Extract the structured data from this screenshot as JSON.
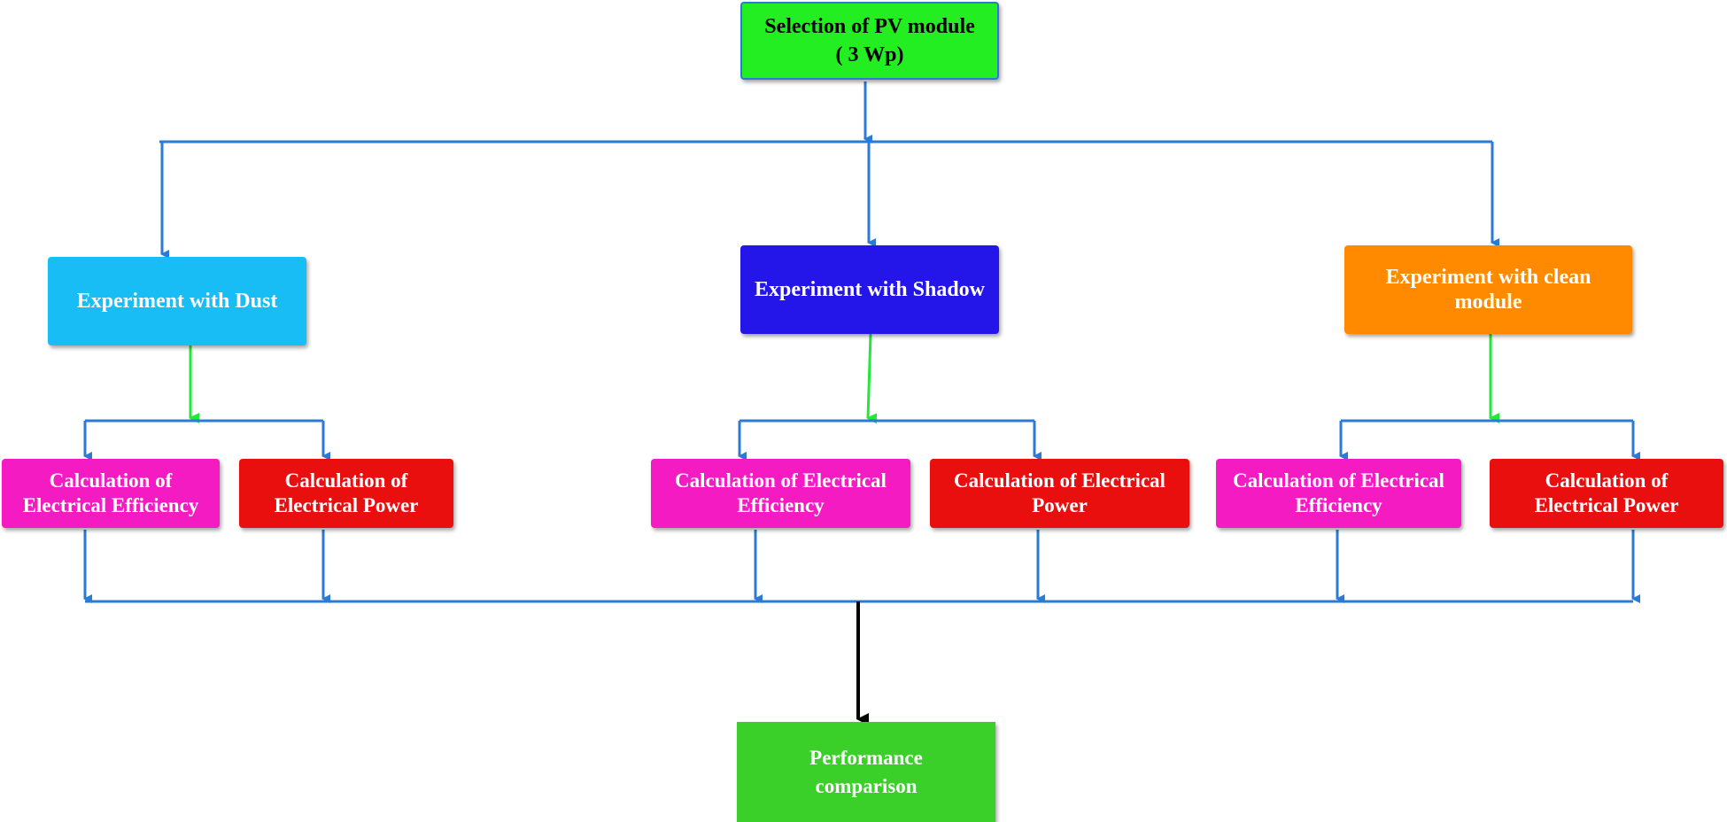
{
  "flowchart": {
    "top": {
      "label": "Selection of PV module\n( 3 Wp)"
    },
    "experiments": [
      {
        "label": "Experiment with Dust"
      },
      {
        "label": "Experiment with Shadow"
      },
      {
        "label": "Experiment with clean\nmodule"
      }
    ],
    "calculations": [
      {
        "label": "Calculation of\nElectrical Efficiency"
      },
      {
        "label": "Calculation of\nElectrical Power"
      },
      {
        "label": "Calculation of Electrical\nEfficiency"
      },
      {
        "label": "Calculation of Electrical\nPower"
      },
      {
        "label": "Calculation of Electrical\nEfficiency"
      },
      {
        "label": "Calculation of\nElectrical Power"
      }
    ],
    "result": {
      "label": "Performance\ncomparison"
    }
  },
  "colors": {
    "connector_blue": "#2b7bd6",
    "connector_green": "#22e83a",
    "connector_black": "#000000",
    "top_box": "#22ee22",
    "dust_box": "#17bdf4",
    "shadow_box": "#2416e8",
    "clean_box": "#ff8a00",
    "efficiency_box": "#f41bc2",
    "power_box": "#ea0f0f",
    "result_box": "#3bcf2a"
  }
}
